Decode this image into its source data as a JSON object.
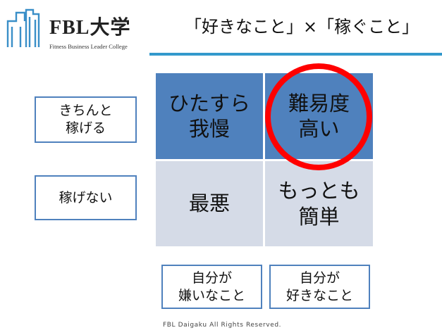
{
  "logo": {
    "name": "FBL大学",
    "subtitle": "Fitness Business Leader College",
    "icon": "building-icon",
    "color": "#3a8fc8"
  },
  "title": "「好きなこと」×「稼ぐこと」",
  "matrix": {
    "top_left": "ひたすら\n我慢",
    "top_right": "難易度\n高い",
    "bottom_left": "最悪",
    "bottom_right": "もっとも\n簡単"
  },
  "row_labels": {
    "top": "きちんと\n稼げる",
    "bottom": "稼げない"
  },
  "col_labels": {
    "left": "自分が\n嫌いなこと",
    "right": "自分が\n好きなこと"
  },
  "highlight": {
    "target": "top_right",
    "color": "#ff0000"
  },
  "colors": {
    "accent": "#3399cc",
    "dark_cell": "#4f81bd",
    "light_cell": "#d5dbe7"
  },
  "footer": "FBL  Daigaku  All  Rights  Reserved."
}
